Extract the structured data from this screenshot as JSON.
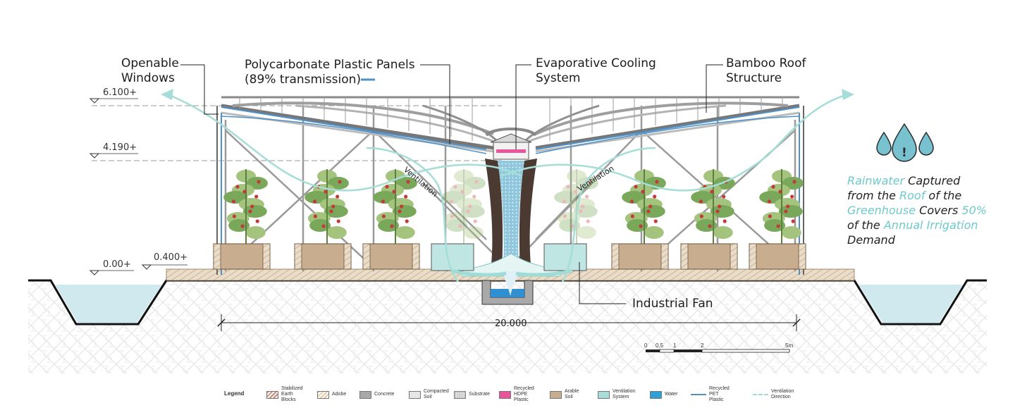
{
  "callouts": {
    "openable_windows": "Openable\nWindows",
    "panels_line1": "Polycarbonate Plastic Panels",
    "panels_line2": "(89% transmission)",
    "cooling": "Evaporative Cooling\nSystem",
    "bamboo": "Bamboo Roof\nStructure",
    "fan": "Industrial Fan",
    "ventilation": "Ventilation"
  },
  "levels": [
    "6.100+",
    "4.190+",
    "0.400+",
    "0.00+"
  ],
  "dimension": "20.000",
  "scale_bar": [
    "0",
    "0.5",
    "1",
    "2",
    "5m"
  ],
  "rainwater": {
    "parts": [
      {
        "text": "Rainwater",
        "hl": true
      },
      {
        "text": " Captured from the ",
        "hl": false
      },
      {
        "text": "Roof",
        "hl": true
      },
      {
        "text": " of the ",
        "hl": false
      },
      {
        "text": "Greenhouse",
        "hl": true
      },
      {
        "text": " Covers ",
        "hl": false
      },
      {
        "text": "50%",
        "hl": true
      },
      {
        "text": " of the ",
        "hl": false
      },
      {
        "text": "Annual Irrigation",
        "hl": true
      },
      {
        "text": " Demand",
        "hl": false
      }
    ]
  },
  "legend": {
    "title": "Legend",
    "items": [
      {
        "label": "Stabilized\nEarth Blocks",
        "color": "#c98a74",
        "pattern": "hatch"
      },
      {
        "label": "Adobe",
        "color": "#e8c9a8",
        "pattern": "hatch"
      },
      {
        "label": "Concrete",
        "color": "#a9a9a9",
        "pattern": "solid"
      },
      {
        "label": "Compacted\nSoil",
        "color": "#e6e6e6",
        "pattern": "solid"
      },
      {
        "label": "Substrate",
        "color": "#f2f2f2",
        "pattern": "dots"
      },
      {
        "label": "Recycled\nHDPE Plastic",
        "color": "#e8559a",
        "pattern": "solid"
      },
      {
        "label": "Arable Soil",
        "color": "#c8ad8e",
        "pattern": "solid"
      },
      {
        "label": "Ventilation\nSystem",
        "color": "#a8dcd8",
        "pattern": "solid"
      },
      {
        "label": "Water",
        "color": "#2f9fd6",
        "pattern": "solid"
      },
      {
        "label": "Recycled\nPET Plastic",
        "color": "#4f90c6",
        "pattern": "line"
      },
      {
        "label": "Ventilation\nDirection",
        "color": "#9fdcd6",
        "pattern": "arrow"
      }
    ]
  }
}
